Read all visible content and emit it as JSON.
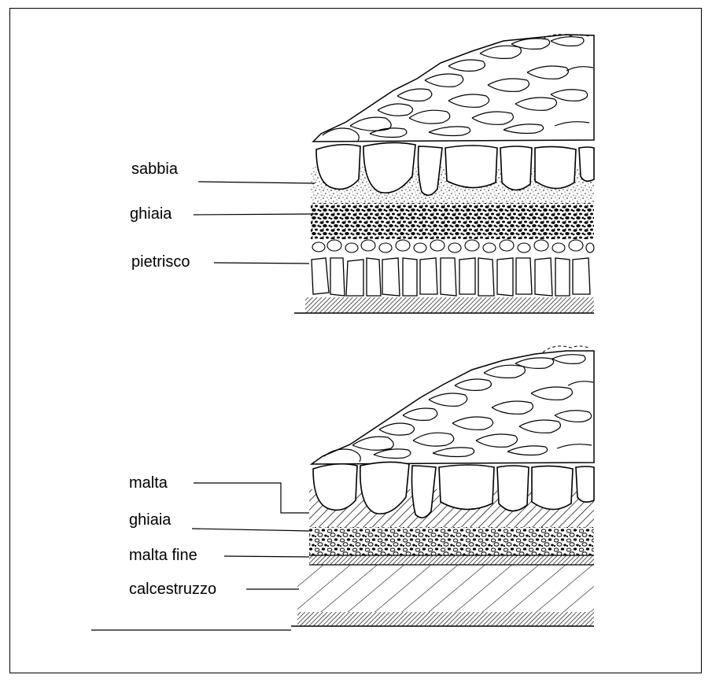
{
  "diagrams": [
    {
      "labels": [
        {
          "text": "sabbia"
        },
        {
          "text": "ghiaia"
        },
        {
          "text": "pietrisco"
        }
      ]
    },
    {
      "labels": [
        {
          "text": "malta"
        },
        {
          "text": "ghiaia"
        },
        {
          "text": "malta fine"
        },
        {
          "text": "calcestruzzo"
        }
      ]
    }
  ]
}
